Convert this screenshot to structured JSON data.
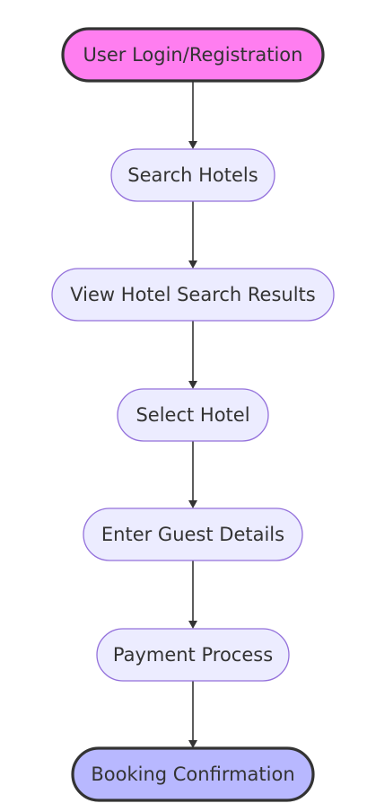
{
  "diagram": {
    "type": "flowchart",
    "direction": "top-to-bottom",
    "colors": {
      "default_fill": "#ECECFF",
      "default_stroke": "#9370DB",
      "start_fill": "#FF7EF0",
      "end_fill": "#B8B8FF",
      "emphasis_stroke": "#333333",
      "edge": "#333333",
      "text": "#333333"
    },
    "nodes": [
      {
        "id": "login",
        "label": "User Login/Registration",
        "style": "start"
      },
      {
        "id": "search",
        "label": "Search Hotels",
        "style": "default"
      },
      {
        "id": "results",
        "label": "View Hotel Search Results",
        "style": "default"
      },
      {
        "id": "select",
        "label": "Select Hotel",
        "style": "default"
      },
      {
        "id": "guest",
        "label": "Enter Guest Details",
        "style": "default"
      },
      {
        "id": "payment",
        "label": "Payment Process",
        "style": "default"
      },
      {
        "id": "confirm",
        "label": "Booking Confirmation",
        "style": "end"
      }
    ],
    "edges": [
      {
        "from": "login",
        "to": "search"
      },
      {
        "from": "search",
        "to": "results"
      },
      {
        "from": "results",
        "to": "select"
      },
      {
        "from": "select",
        "to": "guest"
      },
      {
        "from": "guest",
        "to": "payment"
      },
      {
        "from": "payment",
        "to": "confirm"
      }
    ]
  }
}
